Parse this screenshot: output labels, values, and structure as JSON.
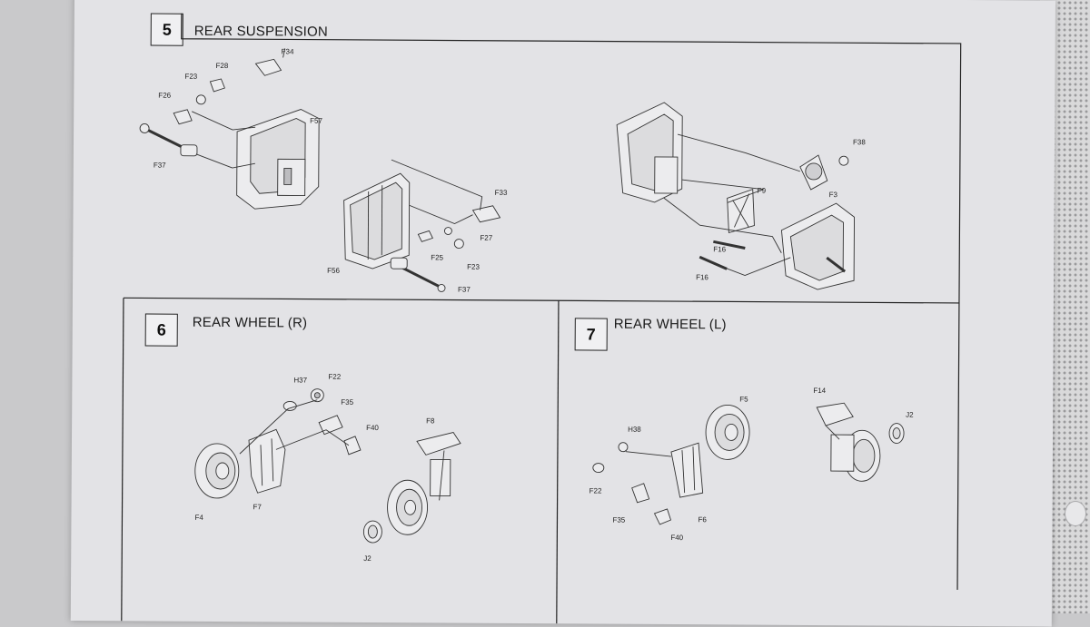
{
  "step5": {
    "number": "5",
    "title": "REAR SUSPENSION",
    "parts": [
      "F34",
      "F28",
      "F23",
      "F26",
      "F57",
      "F37",
      "F33",
      "F27",
      "F25",
      "F23",
      "F56",
      "F37",
      "F38",
      "F9",
      "F3",
      "F16",
      "F16"
    ]
  },
  "step6": {
    "number": "6",
    "title": "REAR WHEEL (R)",
    "parts": [
      "H37",
      "F22",
      "F35",
      "F40",
      "F8",
      "F4",
      "F7",
      "J2"
    ]
  },
  "step7": {
    "number": "7",
    "title": "REAR WHEEL (L)",
    "parts": [
      "F5",
      "F14",
      "J2",
      "H38",
      "F22",
      "F35",
      "F6",
      "F40"
    ]
  }
}
